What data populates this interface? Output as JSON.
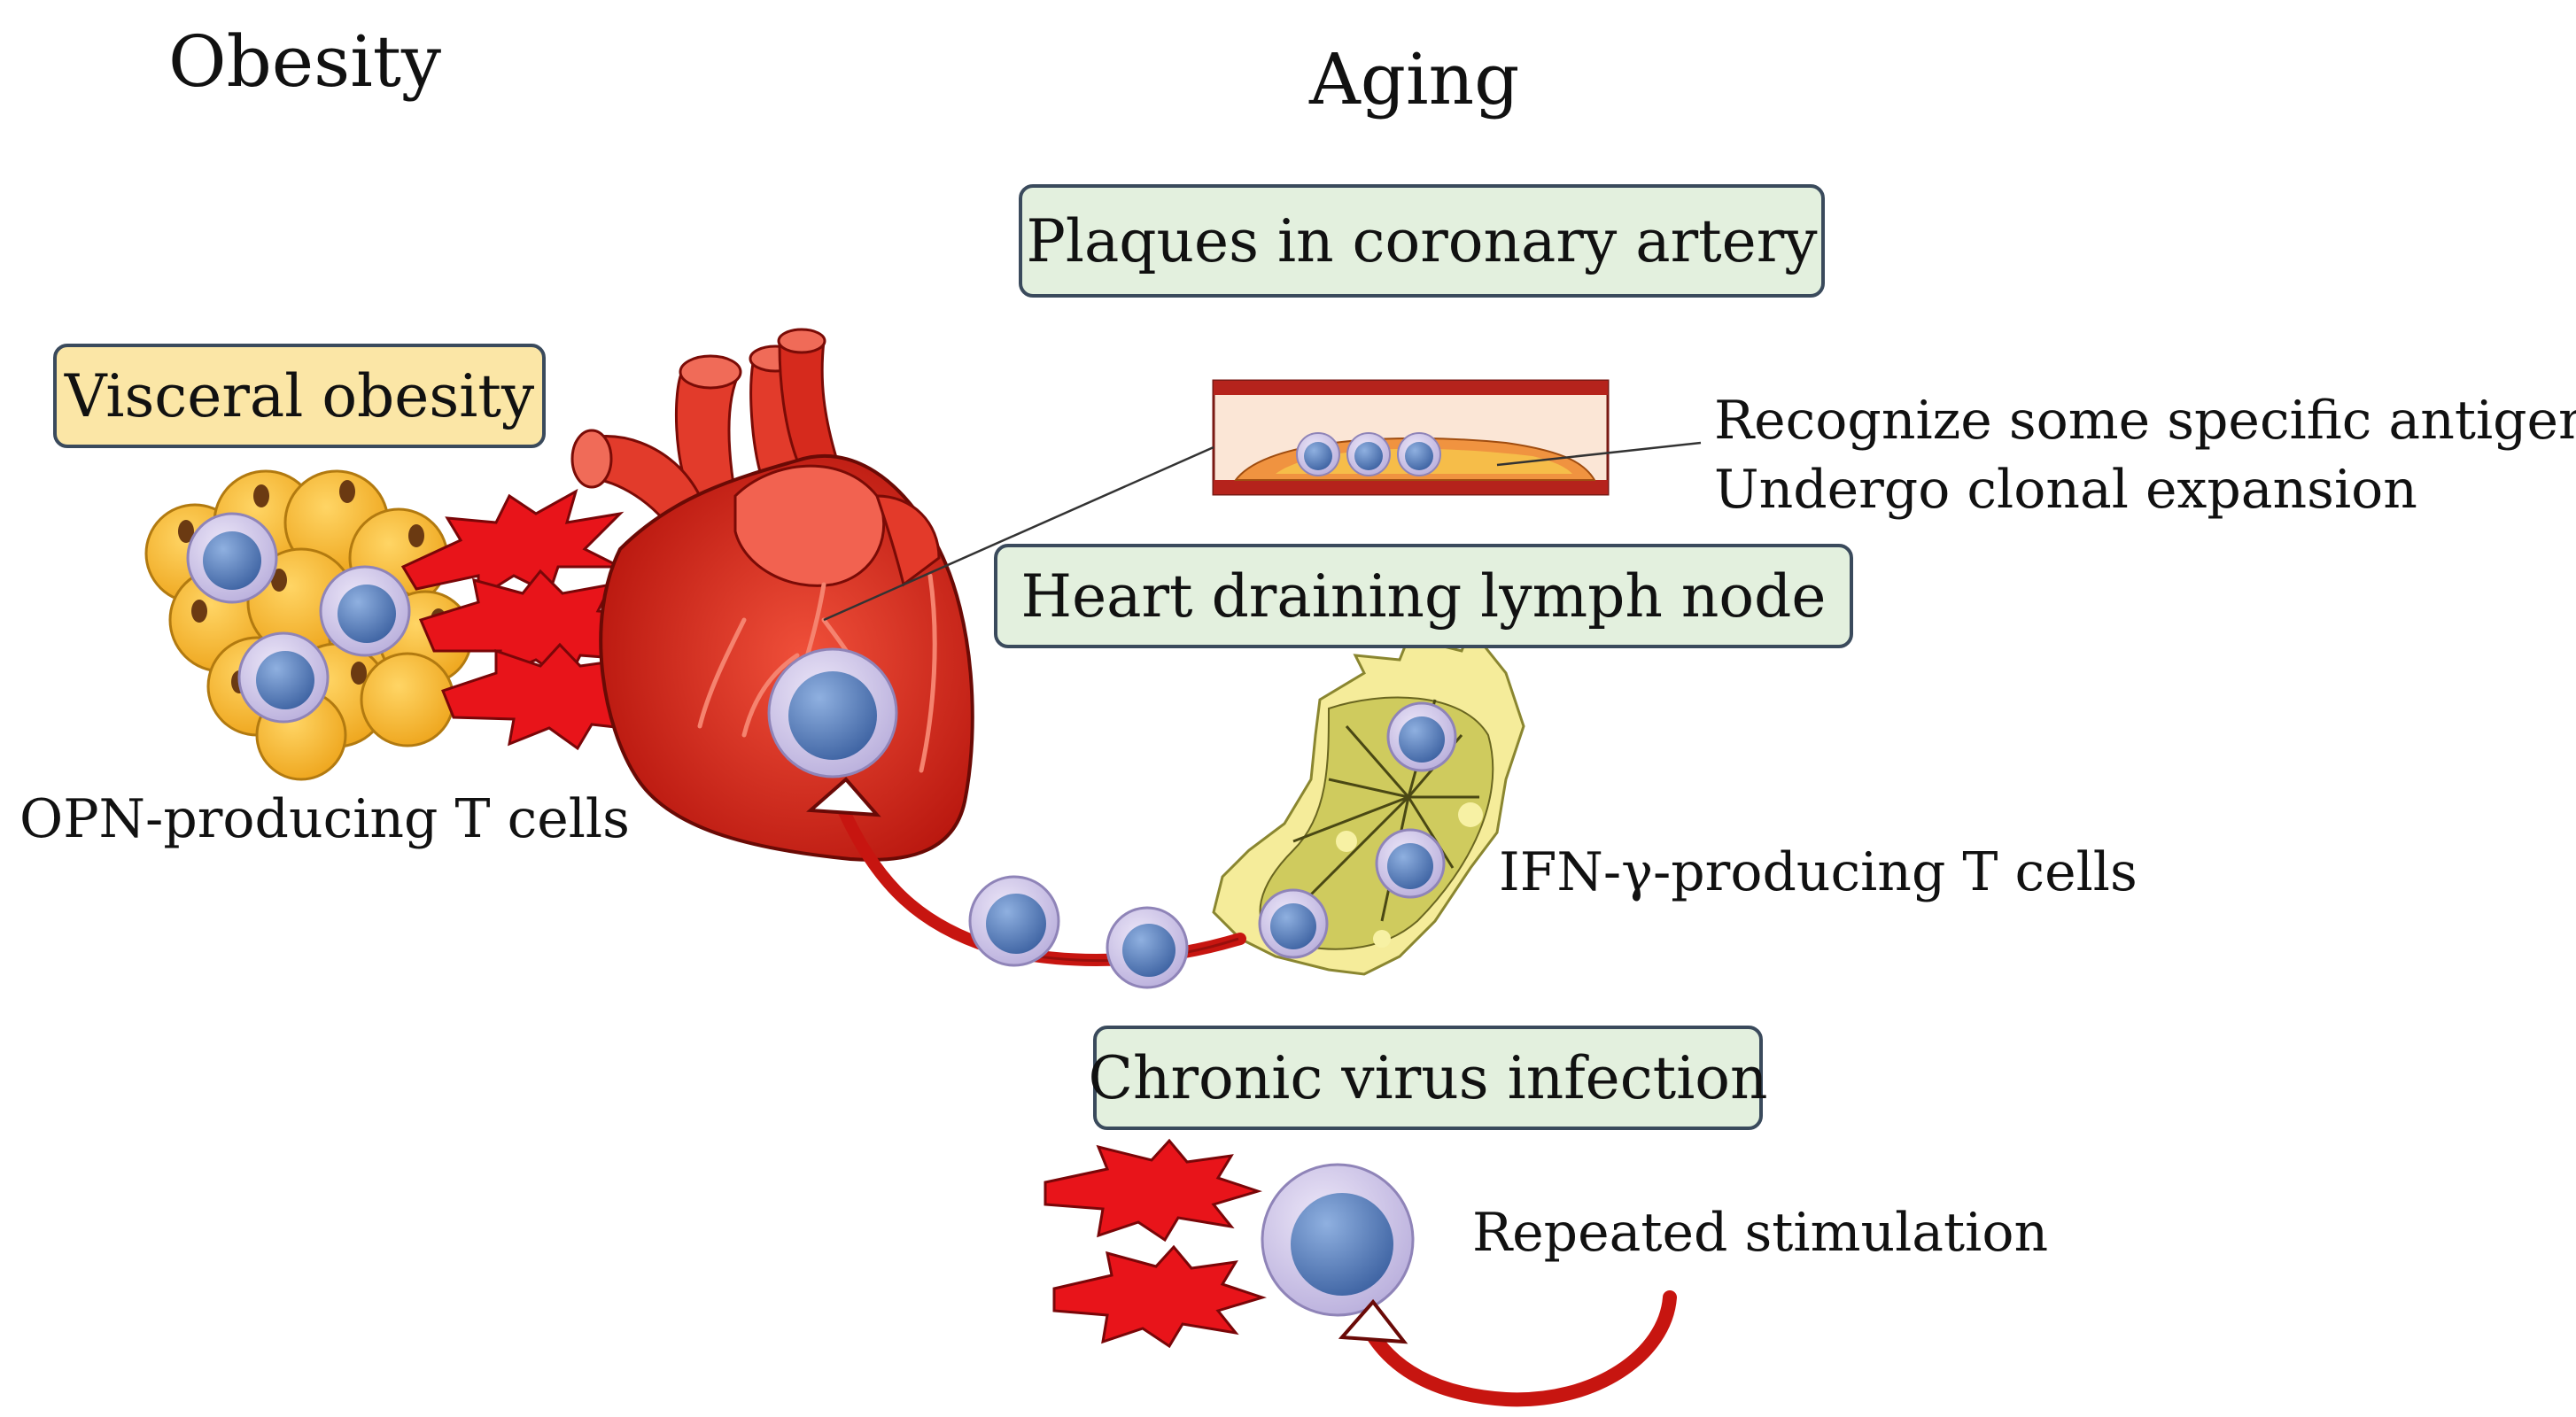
{
  "titles": {
    "obesity": "Obesity",
    "aging": "Aging"
  },
  "boxes": {
    "plaques": "Plaques in coronary artery",
    "visceral": "Visceral obesity",
    "lymph_node": "Heart draining lymph node",
    "virus": "Chronic virus infection"
  },
  "labels": {
    "antigens_line1": "Recognize some specific antigens",
    "antigens_line2": "Undergo clonal expansion",
    "opn": "OPN-producing T cells",
    "ifn": "IFN-γ-producing T cells",
    "repeated": "Repeated stimulation"
  },
  "colors": {
    "box_green": "#e3f0de",
    "box_yellow": "#fbe6a6",
    "tcell_outer": "#cfc6e8",
    "tcell_nucleus": "#5b7fb8",
    "heart_red": "#d8281c",
    "adipocyte": "#f5b72b",
    "burst_red": "#e8141a",
    "lymph_green": "#d8d58a"
  }
}
